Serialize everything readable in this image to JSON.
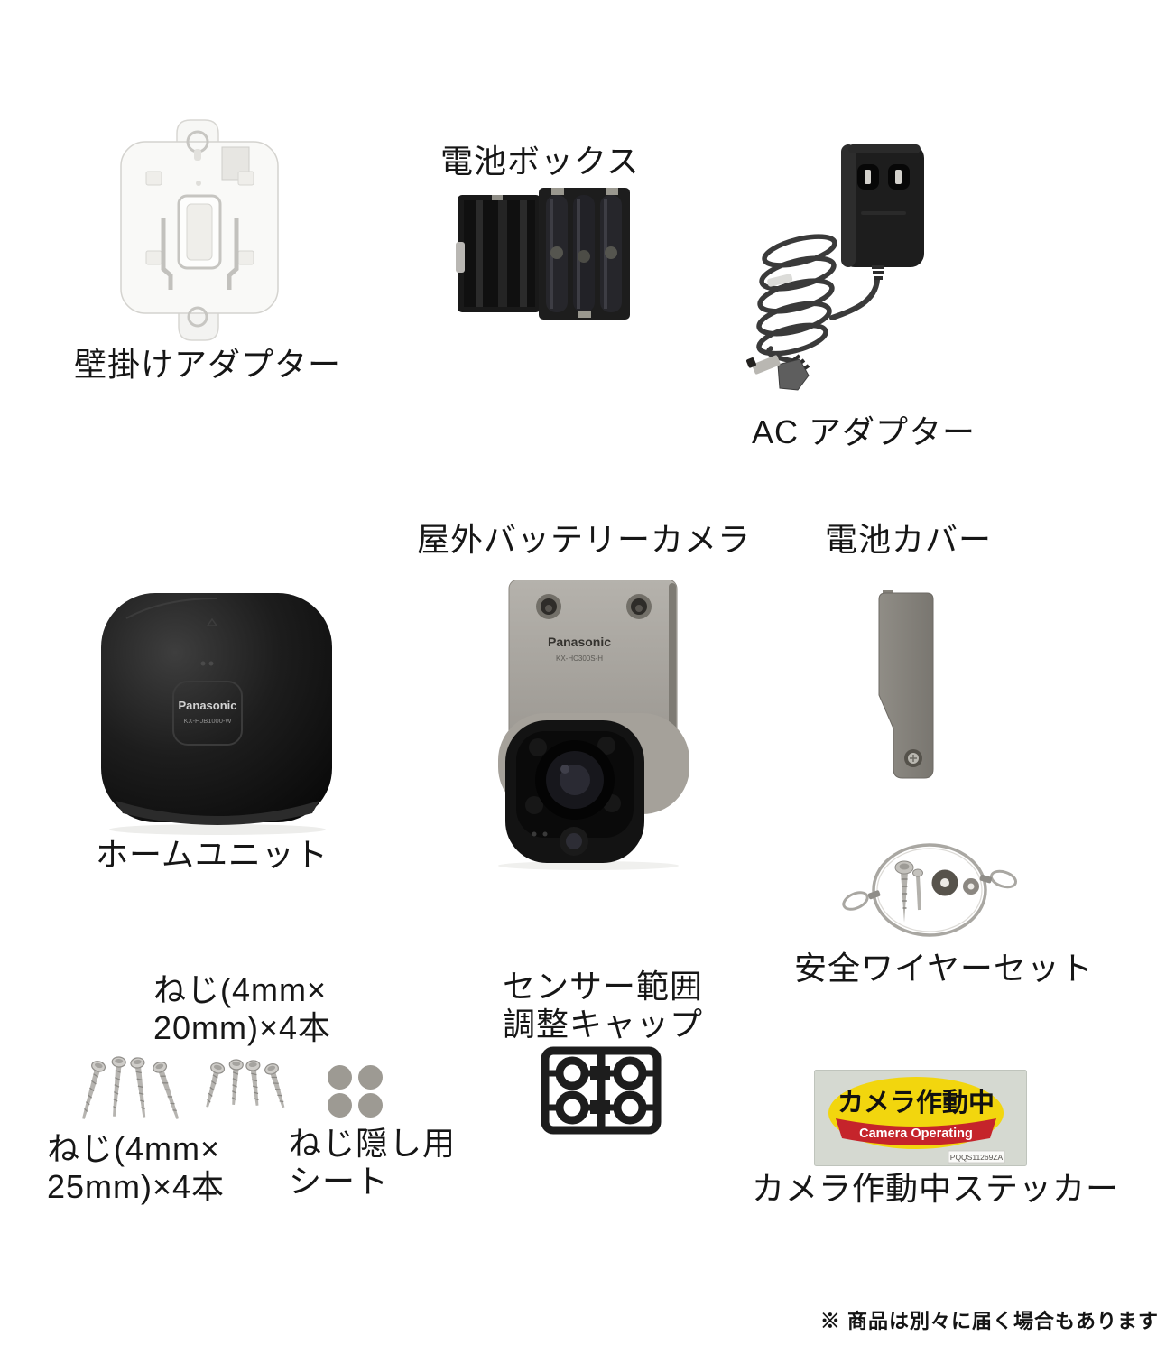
{
  "products": {
    "wall_adapter": {
      "label": "壁掛けアダプター"
    },
    "battery_box": {
      "label": "電池ボックス"
    },
    "ac_adapter": {
      "label": "AC アダプター"
    },
    "outdoor_camera": {
      "label": "屋外バッテリーカメラ",
      "brand": "Panasonic",
      "model": "KX-HC300S-H"
    },
    "battery_cover": {
      "label": "電池カバー"
    },
    "home_unit": {
      "label": "ホームユニット",
      "brand": "Panasonic",
      "model": "KX-HJB1000-W"
    },
    "safety_wire": {
      "label": "安全ワイヤーセット"
    },
    "screws_20mm": {
      "label_line1": "ねじ(4mm×",
      "label_line2": "20mm)×4本"
    },
    "screws_25mm": {
      "label_line1": "ねじ(4mm×",
      "label_line2": "25mm)×4本"
    },
    "screw_cover_sheet": {
      "label_line1": "ねじ隠し用",
      "label_line2": "シート"
    },
    "sensor_caps": {
      "label_line1": "センサー範囲",
      "label_line2": "調整キャップ"
    },
    "sticker": {
      "label": "カメラ作動中ステッカー",
      "oval_text_jp": "カメラ作動中",
      "band_text_en": "Camera Operating",
      "part_code": "PQQS11269ZA"
    }
  },
  "footnote": {
    "text": "※ 商品は別々に届く場合もあります"
  },
  "colors": {
    "background": "#ffffff",
    "label_text": "#161616",
    "device_black": "#1a1a1a",
    "camera_silver": "#a7a39c",
    "sticker_bg": "#d5d9d1",
    "sticker_yellow": "#f2d60e",
    "sticker_red": "#c5242b"
  }
}
